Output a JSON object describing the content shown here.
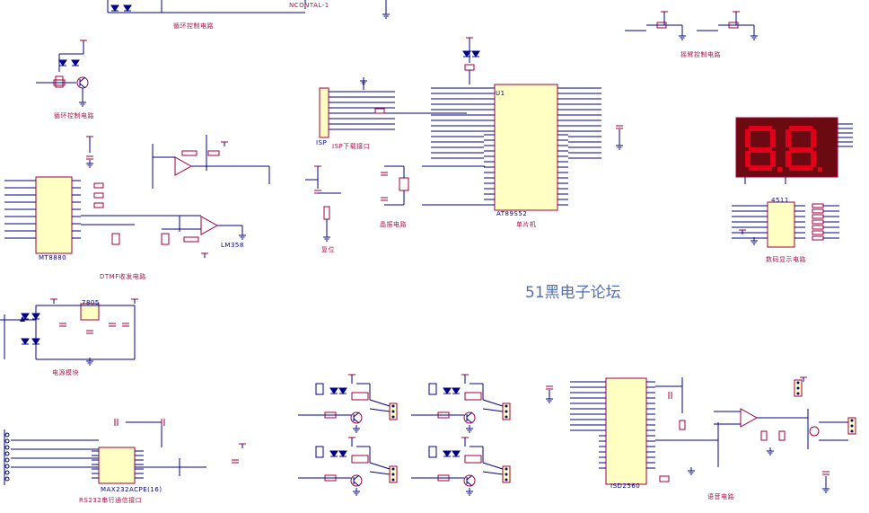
{
  "labels": {
    "top_partial": "NCONTAL-1",
    "left_motor": "循环控制电路",
    "steer": "循环控制电路",
    "motor_ctrl": "摇臂控制电路",
    "dtmf": "DTMF收发电路",
    "isp": "ISP下载接口",
    "reset": "复位",
    "crystal": "晶振电路",
    "mcu": "单片机",
    "seg": "数码显示电路",
    "power": "电源模块",
    "rs232": "RS232串行通信接口",
    "voice": "语音电路"
  },
  "chips": {
    "dtmf": "MT8880",
    "isp": "ISP",
    "mcu": "AT89S52",
    "mcu_ref": "U1",
    "seg": "4511",
    "rs232": "MAX232ACPE(16)",
    "voice": "ISD2560",
    "lm": "LM358",
    "reg": "7805"
  },
  "watermark": "51黑电子论坛",
  "colors": {
    "wire": "#00008b",
    "component": "#a0003c",
    "label": "#b0104a",
    "seg_on": "#e0001a",
    "seg_bg": "#6b0a10",
    "chip_fill": "#ffffc4",
    "watermark": "#4f6fb7"
  }
}
